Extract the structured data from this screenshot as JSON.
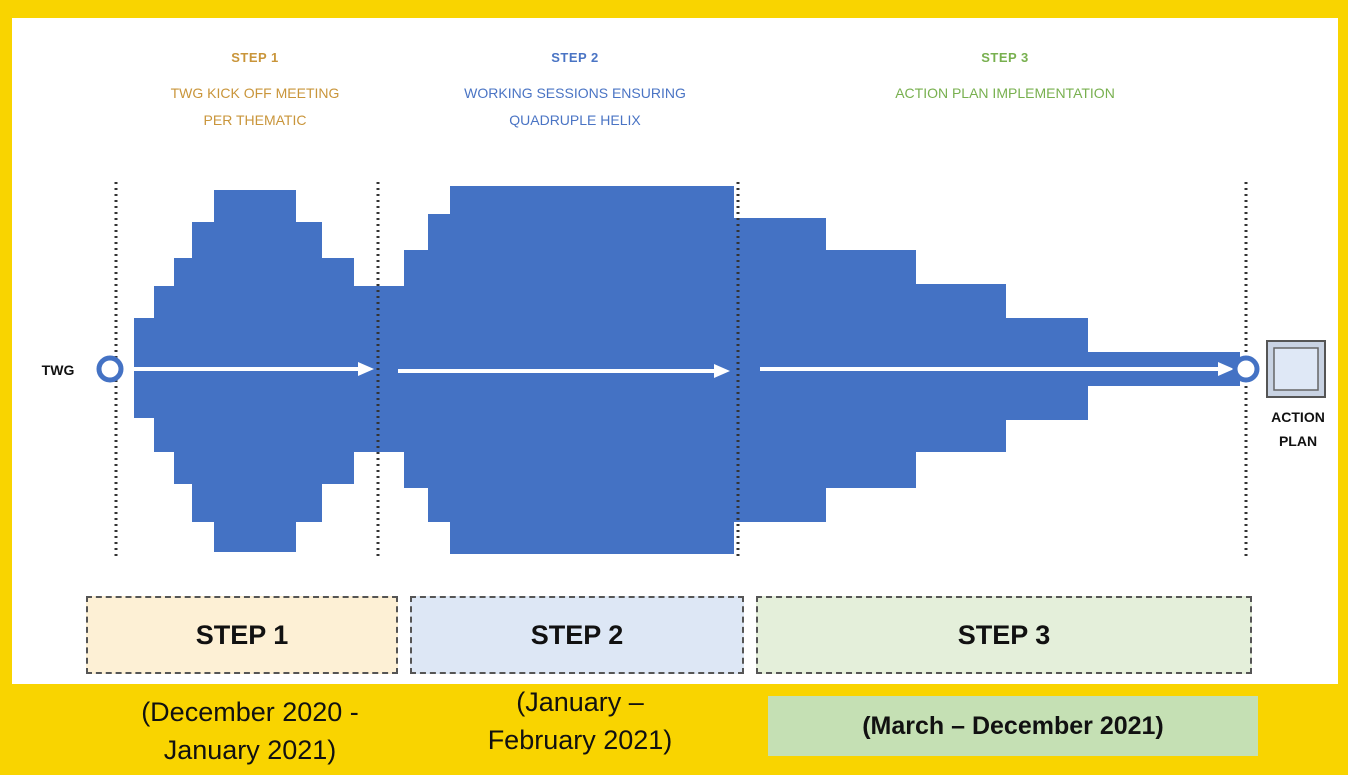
{
  "steps": [
    {
      "title": "STEP 1",
      "subtitle_line1": "TWG KICK OFF MEETING",
      "subtitle_line2": "PER THEMATIC",
      "box_label": "STEP 1",
      "box_color": "#fdf0d5",
      "period_line1": "(December 2020 -",
      "period_line2": "January  2021)"
    },
    {
      "title": "STEP 2",
      "subtitle_line1": "WORKING SESSIONS ENSURING",
      "subtitle_line2": "QUADRUPLE HELIX",
      "box_label": "STEP 2",
      "box_color": "#dde7f5",
      "period_line1": "(January –",
      "period_line2": "February 2021)"
    },
    {
      "title": "STEP 3",
      "subtitle_line1": "ACTION PLAN IMPLEMENTATION",
      "subtitle_line2": "",
      "box_label": "STEP 3",
      "box_color": "#e4efda",
      "period_line1": "(March – December 2021)",
      "period_line2": ""
    }
  ],
  "start_label": "TWG",
  "end_label_line1": "ACTION",
  "end_label_line2": "PLAN",
  "colors": {
    "background": "#f9d400",
    "flow_shape": "#4472c4",
    "step1_text": "#c9953a",
    "step2_text": "#4a74c4",
    "step3_text": "#78b04f",
    "period3_box": "#c5e0b4"
  }
}
